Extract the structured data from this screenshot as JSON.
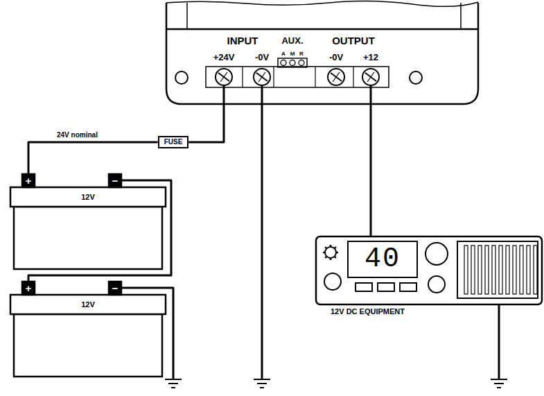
{
  "diagram": {
    "nodes": [
      {
        "text": [
          "INPUT",
          "+24V",
          "-0V",
          "AUX.",
          "A",
          "M",
          "R",
          "OUTPUT",
          "-0V",
          "+12"
        ]
      },
      {
        "text": [
          "FUSE"
        ]
      },
      {
        "text": [
          "12V"
        ]
      },
      {
        "text": [
          "12V"
        ]
      },
      {
        "text": [
          "40",
          "12V DC EQUIPMENT"
        ]
      }
    ],
    "edges": [
      {
        "from": 2,
        "to": 1,
        "arrow": "none",
        "label": "24V nominal"
      },
      {
        "from": 1,
        "to": 0,
        "arrow": "none"
      },
      {
        "from": 2,
        "to": 3,
        "arrow": "none"
      },
      {
        "from": 0,
        "to": 4,
        "arrow": "none"
      }
    ],
    "labels": [
      "+",
      "−",
      "+",
      "−"
    ]
  }
}
